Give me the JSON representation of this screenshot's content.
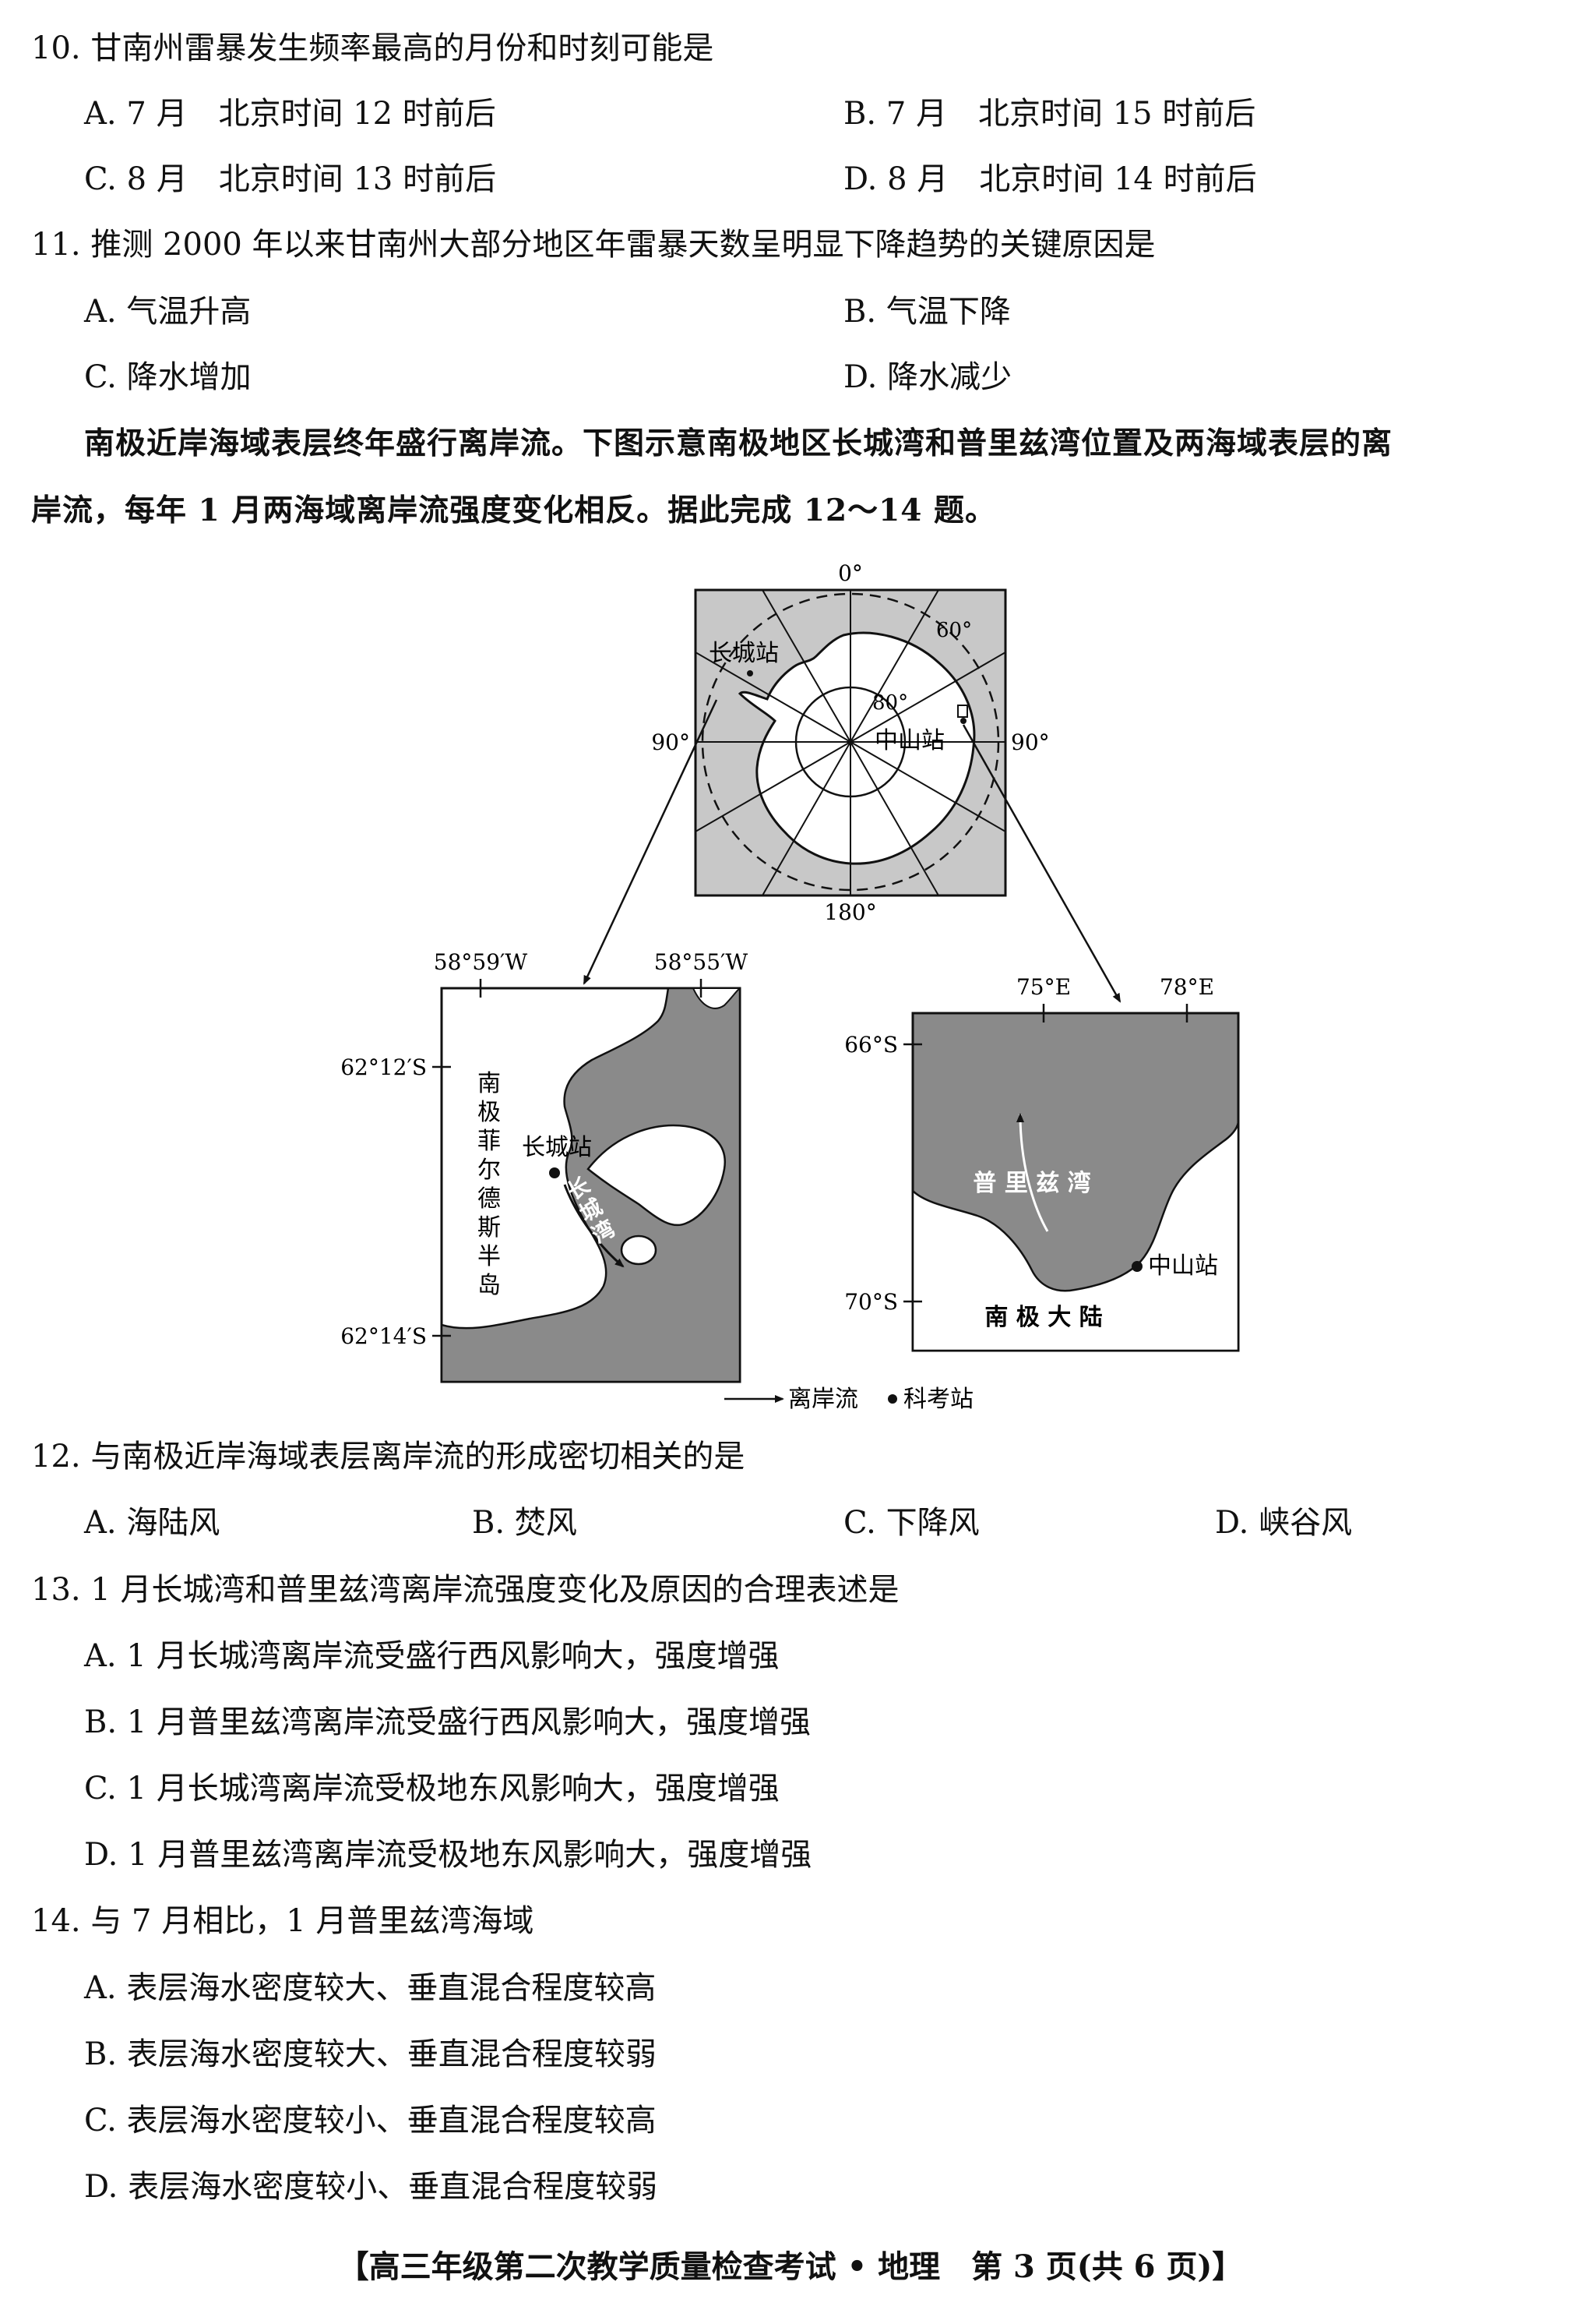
{
  "q10": {
    "stem": "10. 甘南州雷暴发生频率最高的月份和时刻可能是",
    "A": "A. 7 月　北京时间 12 时前后",
    "B": "B. 7 月　北京时间 15 时前后",
    "C": "C. 8 月　北京时间 13 时前后",
    "D": "D. 8 月　北京时间 14 时前后"
  },
  "q11": {
    "stem": "11. 推测 2000 年以来甘南州大部分地区年雷暴天数呈明显下降趋势的关键原因是",
    "A": "A. 气温升高",
    "B": "B. 气温下降",
    "C": "C. 降水增加",
    "D": "D. 降水减少"
  },
  "intro": {
    "line1": "南极近岸海域表层终年盛行离岸流。下图示意南极地区长城湾和普里兹湾位置及两海域表层的离",
    "line2": "岸流，每年 1 月两海域离岸流强度变化相反。据此完成 12～14 题。"
  },
  "figure": {
    "polar": {
      "lon_top": "0°",
      "lon_bottom": "180°",
      "lon_left": "90°",
      "lon_right": "90°",
      "lat_60": "60°",
      "lat_80": "80°",
      "station_great_wall": "长城站",
      "station_zhongshan": "中山站"
    },
    "left_map": {
      "lon_left": "58°59′W",
      "lon_right": "58°55′W",
      "lat_top": "62°12′S",
      "lat_bottom": "62°14′S",
      "peninsula": [
        "南",
        "极",
        "菲",
        "尔",
        "德",
        "斯",
        "半",
        "岛"
      ],
      "station": "长城站",
      "bay": [
        "长",
        "城",
        "湾"
      ]
    },
    "right_map": {
      "lon_left": "75°E",
      "lon_right": "78°E",
      "lat_top": "66°S",
      "lat_bottom": "70°S",
      "bay": "普 里 兹 湾",
      "station": "中山站",
      "continent": "南 极 大 陆"
    },
    "legend": {
      "current": "离岸流",
      "station": "科考站"
    },
    "colors": {
      "land": "#8a8a8a",
      "polar_ocean": "#c8c8c8",
      "water": "#ffffff"
    }
  },
  "q12": {
    "stem": "12. 与南极近岸海域表层离岸流的形成密切相关的是",
    "A": "A. 海陆风",
    "B": "B. 焚风",
    "C": "C. 下降风",
    "D": "D. 峡谷风"
  },
  "q13": {
    "stem": "13. 1 月长城湾和普里兹湾离岸流强度变化及原因的合理表述是",
    "A": "A. 1 月长城湾离岸流受盛行西风影响大，强度增强",
    "B": "B. 1 月普里兹湾离岸流受盛行西风影响大，强度增强",
    "C": "C. 1 月长城湾离岸流受极地东风影响大，强度增强",
    "D": "D. 1 月普里兹湾离岸流受极地东风影响大，强度增强"
  },
  "q14": {
    "stem": "14. 与 7 月相比，1 月普里兹湾海域",
    "A": "A. 表层海水密度较大、垂直混合程度较高",
    "B": "B. 表层海水密度较大、垂直混合程度较弱",
    "C": "C. 表层海水密度较小、垂直混合程度较高",
    "D": "D. 表层海水密度较小、垂直混合程度较弱"
  },
  "footer": "【高三年级第二次教学质量检查考试 • 地理　第 3 页(共 6 页)】"
}
